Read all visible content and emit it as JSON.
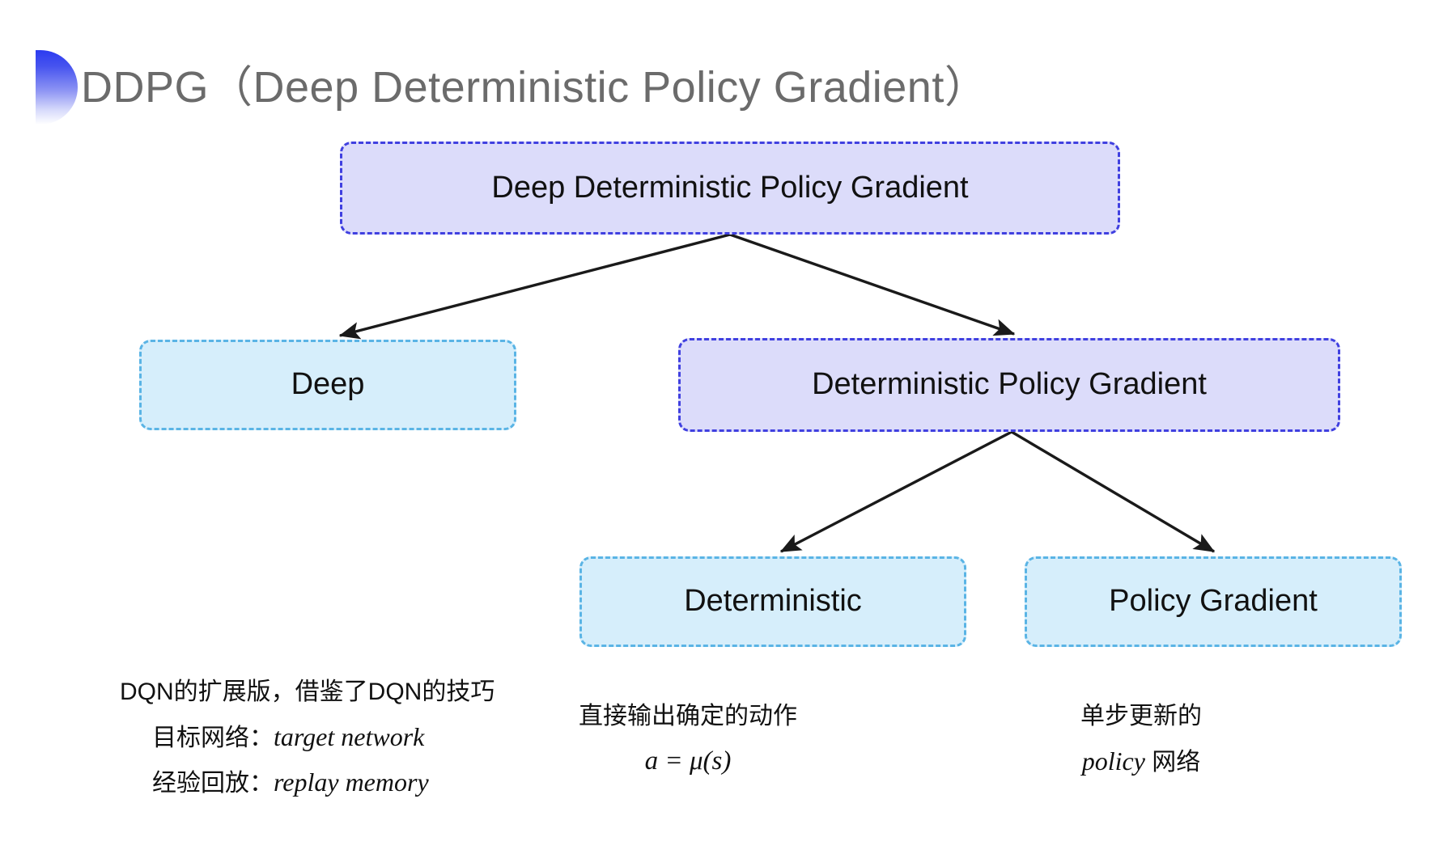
{
  "slide": {
    "title": "DDPG（Deep Deterministic Policy Gradient）",
    "background_color": "#ffffff",
    "bullet_icon": "half-circle-gradient-icon"
  },
  "colors": {
    "purple_fill": "#dcdcfa",
    "purple_border": "#4040e0",
    "cyan_fill": "#d6eefb",
    "cyan_border": "#5ab4e5",
    "title_text": "#6b6b6b",
    "node_text": "#111111",
    "arrow": "#1a1a1a"
  },
  "diagram": {
    "nodes": [
      {
        "id": "root",
        "label": "Deep Deterministic Policy Gradient",
        "style": "purple"
      },
      {
        "id": "deep",
        "label": "Deep",
        "style": "cyan"
      },
      {
        "id": "dpg",
        "label": "Deterministic Policy Gradient",
        "style": "purple"
      },
      {
        "id": "det",
        "label": "Deterministic",
        "style": "cyan"
      },
      {
        "id": "pg",
        "label": "Policy Gradient",
        "style": "cyan"
      }
    ],
    "edges": [
      {
        "from": "root",
        "to": "deep"
      },
      {
        "from": "root",
        "to": "dpg"
      },
      {
        "from": "dpg",
        "to": "det"
      },
      {
        "from": "dpg",
        "to": "pg"
      }
    ]
  },
  "captions": {
    "deep": {
      "line1": "DQN的扩展版，借鉴了DQN的技巧",
      "line2_label": "目标网络：",
      "line2_term": "target network",
      "line3_label": "经验回放：",
      "line3_term": "replay memory"
    },
    "deterministic": {
      "line1": "直接输出确定的动作",
      "formula": "a = μ(s)"
    },
    "policy_gradient": {
      "line1": "单步更新的",
      "line2_term": "policy",
      "line2_tail": " 网络"
    }
  }
}
